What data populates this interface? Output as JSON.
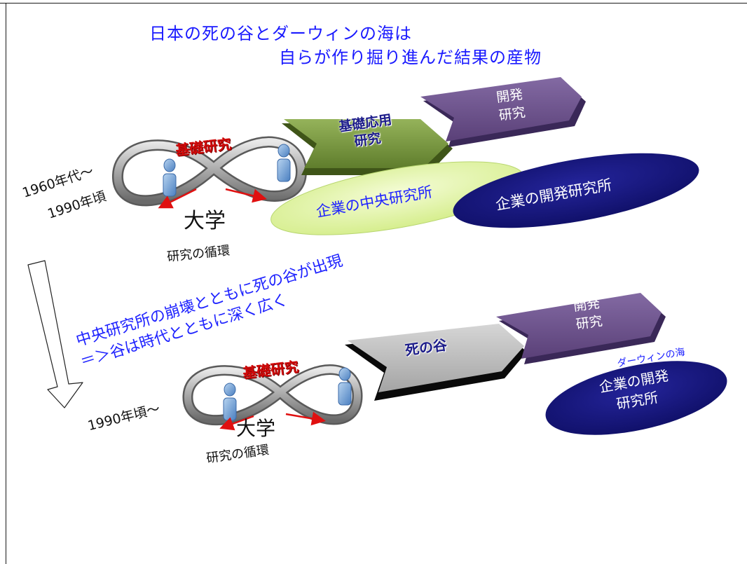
{
  "title": {
    "line1": "日本の死の谷とダーウィンの海は",
    "line2": "自らが作り掘り進んだ結果の産物"
  },
  "era1": {
    "period_line1": "1960年代～",
    "period_line2": "1990年頃",
    "basic_research": "基礎研究",
    "university": "大学",
    "cycle": "研究の循環",
    "applied_line1": "基礎応用",
    "applied_line2": "研究",
    "dev_line1": "開発",
    "dev_line2": "研究",
    "central_lab": "企業の中央研究所",
    "dev_lab": "企業の開発研究所"
  },
  "transition": {
    "line1": "中央研究所の崩壊とともに死の谷が出現",
    "line2": "＝＞谷は時代とともに深く広く"
  },
  "era2": {
    "period": "1990年頃～",
    "basic_research": "基礎研究",
    "university": "大学",
    "cycle": "研究の循環",
    "valley": "死の谷",
    "dev_line1": "開発",
    "dev_line2": "研究",
    "darwin_sea": "ダーウィンの海",
    "dev_lab_line1": "企業の開発",
    "dev_lab_line2": "研究所"
  },
  "colors": {
    "title_blue": "#1a1aff",
    "red_label": "#d10a0a",
    "green_arrow": "#7a9a3c",
    "purple_arrow": "#6a4f8c",
    "grey_arrow": "#bdbdbd",
    "navy_ellipse": "#16167a",
    "lime_ellipse": "#e2f5a8"
  }
}
